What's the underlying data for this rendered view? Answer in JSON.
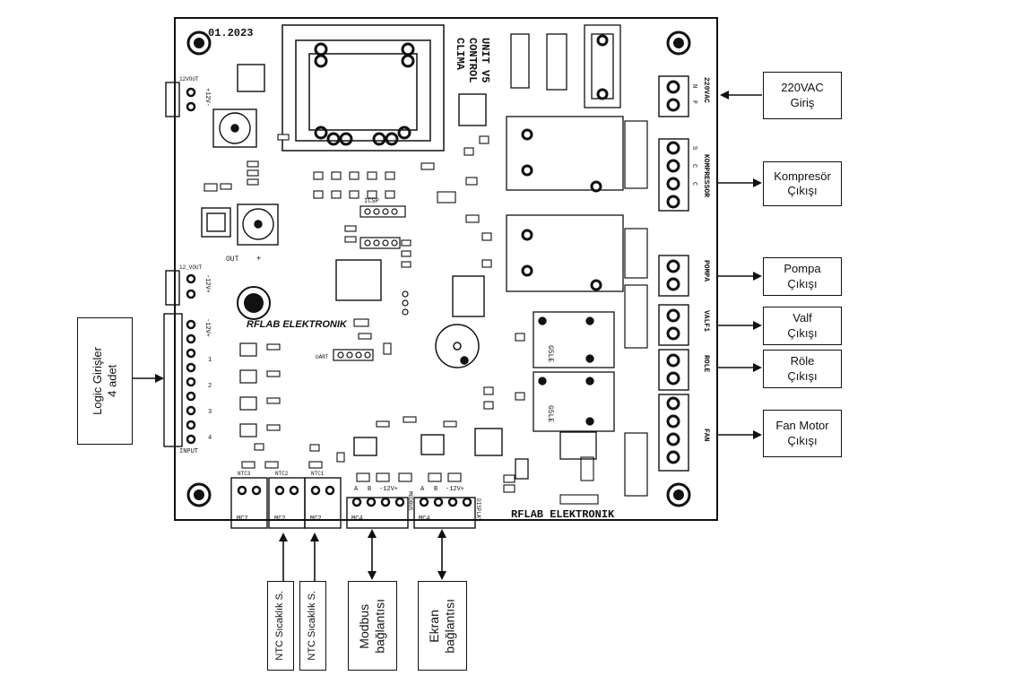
{
  "board": {
    "date_code": "01.2023",
    "title_lines": [
      "CLIMA",
      "CONTROL",
      "UNIT V5"
    ],
    "brand_bottom": "RFLAB ELEKTRONIK",
    "logo_text": "RFLAB ELEKTRONIK",
    "icsp": "ICSP",
    "uart": "UART",
    "input_label": "INPUT",
    "input_numbers": [
      "1",
      "2",
      "3",
      "4"
    ],
    "left_power_labels": [
      "12VOUT",
      "+12V-",
      "12_VOUT",
      "-12V+",
      "-12V+"
    ],
    "out_labels": [
      "OUT",
      "+"
    ],
    "ntc_labels": [
      "NTC3",
      "NTC2",
      "NTC1"
    ],
    "mc_labels": [
      "MC2",
      "MC2",
      "MC2",
      "MC4",
      "MC4"
    ],
    "bus_labels": [
      "MODBUS",
      "DISPLAY"
    ],
    "bus_pins": [
      "A",
      "B",
      "-12V+",
      "A",
      "B",
      "-12V+"
    ],
    "relay_text": "G5LE",
    "right_labels": [
      "220VAC",
      "KOMPRESSOR",
      "POMPA",
      "VALF1",
      "ROLE",
      "FAN"
    ],
    "terminal_letters": [
      "N",
      "F",
      "S",
      "C",
      "C"
    ]
  },
  "callouts": {
    "c220": [
      "220VAC",
      "Giriş"
    ],
    "kompresor": [
      "Kompresör",
      "Çıkışı"
    ],
    "pompa": [
      "Pompa",
      "Çıkışı"
    ],
    "valf": [
      "Valf",
      "Çıkışı"
    ],
    "role": [
      "Röle",
      "Çıkışı"
    ],
    "fan": [
      "Fan Motor",
      "Çıkışı"
    ],
    "logic": [
      "Logic Girişler",
      "4 adet"
    ],
    "ntc1": "NTC Sıcaklık S.",
    "ntc2": "NTC Sıcaklık S.",
    "modbus": [
      "Modbus",
      "bağlantısı"
    ],
    "ekran": [
      "Ekran",
      "bağlantısı"
    ]
  }
}
